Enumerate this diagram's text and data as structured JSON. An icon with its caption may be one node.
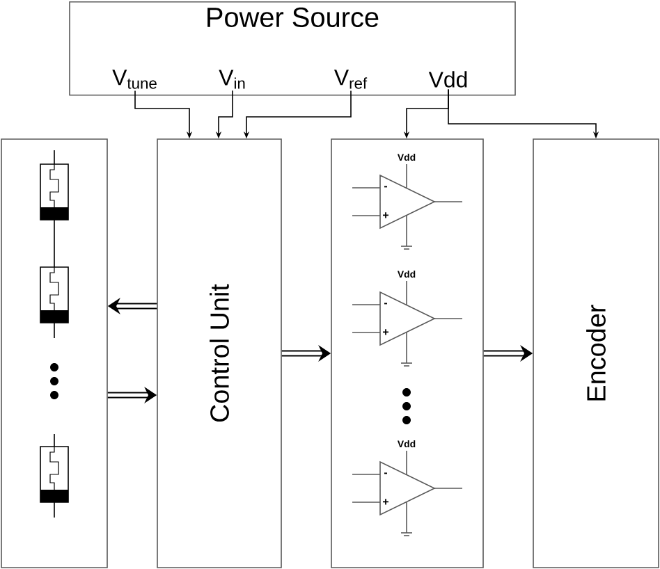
{
  "diagram": {
    "nodes": [
      {
        "text": [
          "Power Source"
        ]
      },
      {
        "text": [
          "V$_{tune}$"
        ],
        "in": 0
      },
      {
        "text": [
          "V$_{in}$"
        ],
        "in": 0
      },
      {
        "text": [
          "V$_{ref}$"
        ],
        "in": 0
      },
      {
        "text": [
          "Vdd"
        ],
        "in": 0
      },
      {
        "text": [],
        "shape": "box"
      },
      {
        "text": [
          "Control Unit"
        ]
      },
      {
        "text": [],
        "shape": "box"
      },
      {
        "text": [
          "Encoder"
        ]
      }
    ],
    "edges": [
      {
        "from": 1,
        "to": 6,
        "arrow": "to"
      },
      {
        "from": 2,
        "to": 6,
        "arrow": "to"
      },
      {
        "from": 3,
        "to": 6,
        "arrow": "to"
      },
      {
        "from": 4,
        "to": 7,
        "arrow": "to"
      },
      {
        "from": 4,
        "to": 8,
        "arrow": "to"
      },
      {
        "from": 6,
        "to": 5,
        "arrow": "to",
        "style": "thick"
      },
      {
        "from": 5,
        "to": 6,
        "arrow": "to",
        "style": "thick"
      },
      {
        "from": 6,
        "to": 7,
        "arrow": "to",
        "style": "thick"
      },
      {
        "from": 7,
        "to": 8,
        "arrow": "to",
        "style": "thick"
      }
    ],
    "labels": [
      "Vdd",
      "-",
      "+",
      "Vdd",
      "-",
      "+",
      "Vdd",
      "-",
      "+"
    ]
  }
}
